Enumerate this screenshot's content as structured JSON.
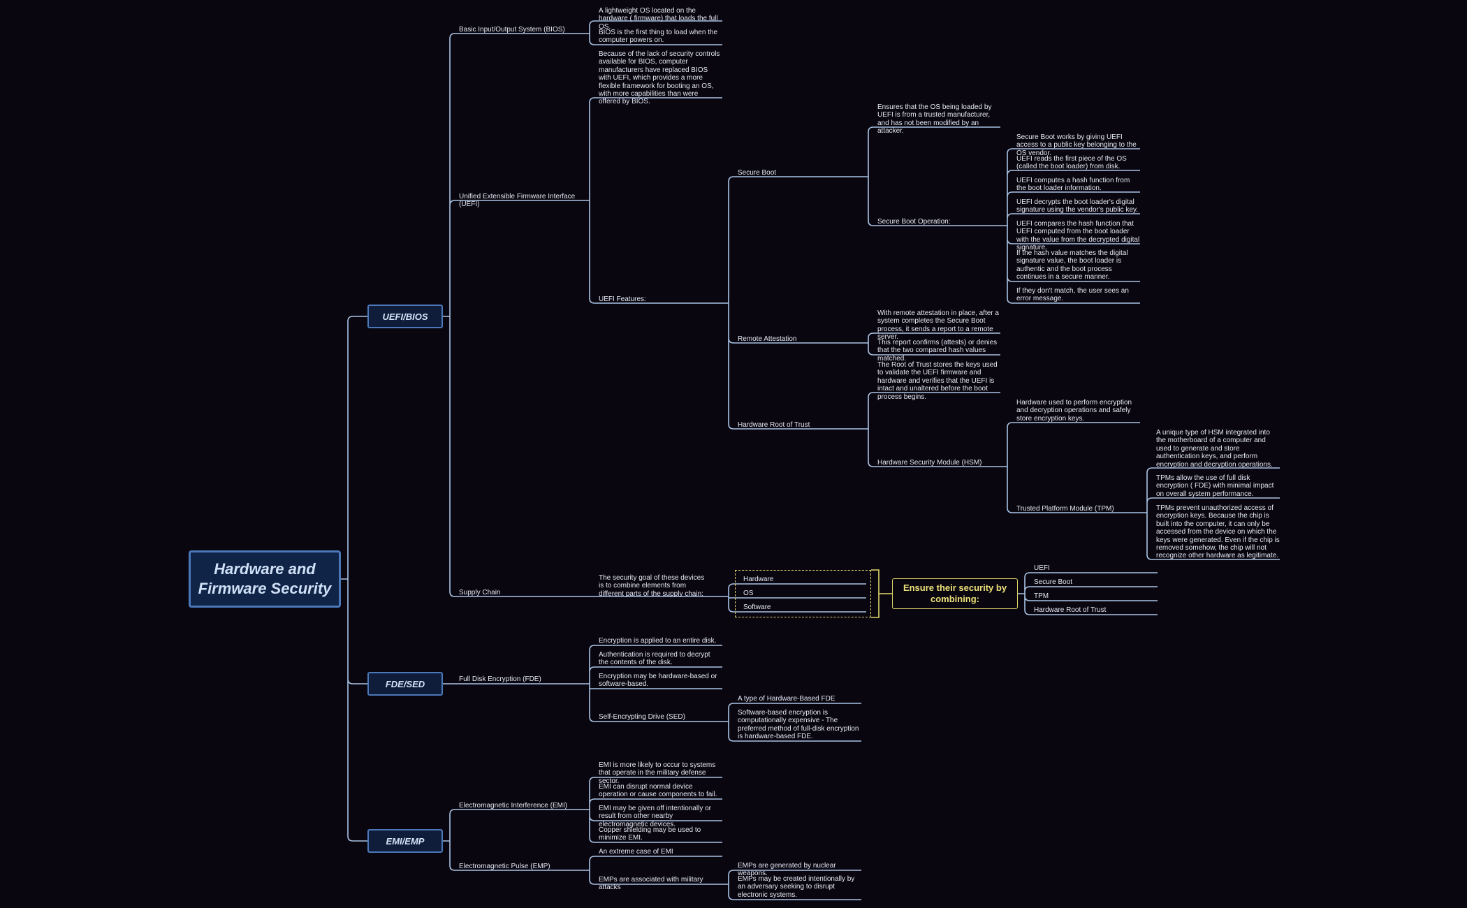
{
  "root": "Hardware and Firmware Security",
  "topics": {
    "uefi_bios": "UEFI/BIOS",
    "fde_sed": "FDE/SED",
    "emi_emp": "EMI/EMP"
  },
  "uefi_bios": {
    "bios": {
      "label": "Basic Input/Output System (BIOS)",
      "notes": [
        "A lightweight OS located on the hardware ( firmware) that loads the full OS.",
        "BIOS is the first thing to load when the computer powers on."
      ]
    },
    "uefi": {
      "label": "Unified Extensible Firmware Interface (UEFI)",
      "note": "Because of the lack of security controls available for BIOS, computer manufacturers have replaced BIOS with UEFI, which provides a more flexible framework for booting an OS, with more capabilities than were offered by BIOS.",
      "features": {
        "label": "UEFI Features:",
        "secure_boot": {
          "label": "Secure Boot",
          "note": "Ensures that the OS being loaded by UEFI is from a trusted manufacturer, and has not been modified by an attacker.",
          "operation": {
            "label": "Secure Boot Operation:",
            "steps": [
              "Secure Boot works by giving UEFI access to a public key belonging to the OS vendor.",
              "UEFI reads the first piece of the OS (called the boot loader) from disk.",
              "UEFI computes a hash function from the boot loader information.",
              "UEFI decrypts the boot loader's digital signature using the vendor's public key.",
              "UEFI compares the hash function that UEFI computed from the boot loader with the value from the decrypted digital signature.",
              "If the hash value matches the digital signature value, the boot loader is authentic and the boot process continues in a secure manner.",
              "If they don't match, the user sees an error message."
            ]
          }
        },
        "remote_attestation": {
          "label": "Remote Attestation",
          "notes": [
            "With remote attestation in place, after a system completes the Secure Boot process, it sends a report to a remote server.",
            "This report confirms (attests) or denies that the two compared hash values matched."
          ]
        },
        "hardware_root": {
          "label": "Hardware Root of Trust",
          "note": "The Root of Trust stores the keys used to validate the UEFI firmware and hardware and verifies that the UEFI is intact and unaltered before the boot process begins.",
          "hsm": {
            "label": "Hardware Security Module (HSM)",
            "note": "Hardware used to perform encryption and decryption operations and safely store encryption keys.",
            "tpm": {
              "label": "Trusted Platform Module (TPM)",
              "notes": [
                "A unique type of HSM integrated into the motherboard of a computer and used to generate and store authentication keys, and perform encryption and decryption operations.",
                "TPMs allow the use of full disk encryption ( FDE) with minimal impact on overall system performance.",
                "TPMs prevent unauthorized access of encryption keys. Because the chip is built into the computer, it can only be accessed from the device on which the keys were generated. Even if the chip is removed somehow, the chip will not recognize other hardware as legitimate."
              ]
            }
          }
        }
      }
    },
    "supply_chain": {
      "label": "Supply Chain",
      "note": "The security goal of these devices is to combine elements from different parts of the supply chain:",
      "items": [
        "Hardware",
        "OS",
        "Software"
      ],
      "summary": "Ensure their security by combining:",
      "combine": [
        "UEFI",
        "Secure Boot",
        "TPM",
        "Hardware Root of Trust"
      ]
    }
  },
  "fde_sed": {
    "fde": {
      "label": "Full Disk Encryption (FDE)",
      "notes": [
        "Encryption is applied to an entire disk.",
        "Authentication is required to decrypt the contents of the disk.",
        "Encryption may be hardware-based or software-based."
      ],
      "sed": {
        "label": "Self-Encrypting Drive (SED)",
        "notes": [
          "A type of Hardware-Based FDE",
          "Software-based encryption is computationally expensive - The preferred method of full-disk encryption is hardware-based FDE."
        ]
      }
    }
  },
  "emi_emp": {
    "emi": {
      "label": "Electromagnetic Interference (EMI)",
      "notes": [
        "EMI is more likely to occur to systems that operate in the military defense sector.",
        "EMI can disrupt normal device operation or cause components to fail.",
        "EMI may be given off intentionally or result from other nearby electromagnetic devices.",
        "Copper shielding may be used to minimize EMI."
      ]
    },
    "emp": {
      "label": "Electromagnetic Pulse (EMP)",
      "notes": [
        "An extreme case of EMI"
      ],
      "military": {
        "label": "EMPs are associated with military attacks",
        "notes": [
          "EMPs are generated by nuclear weapons.",
          "EMPs may be created intentionally by an adversary seeking to disrupt electronic systems."
        ]
      }
    }
  }
}
